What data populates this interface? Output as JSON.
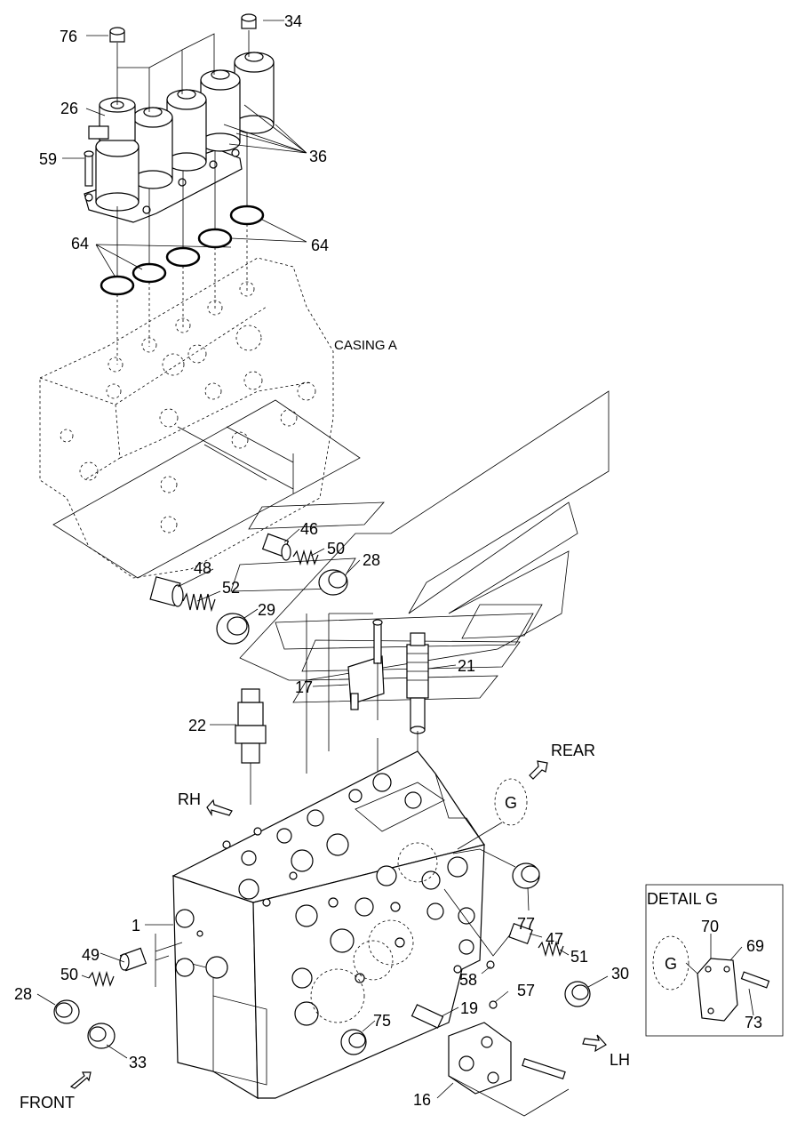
{
  "diagram": {
    "callouts": [
      {
        "id": "c76",
        "text": "76"
      },
      {
        "id": "c34",
        "text": "34"
      },
      {
        "id": "c26",
        "text": "26"
      },
      {
        "id": "c59",
        "text": "59"
      },
      {
        "id": "c36",
        "text": "36"
      },
      {
        "id": "c64a",
        "text": "64"
      },
      {
        "id": "c64b",
        "text": "64"
      },
      {
        "id": "c46",
        "text": "46"
      },
      {
        "id": "c50a",
        "text": "50"
      },
      {
        "id": "c28a",
        "text": "28"
      },
      {
        "id": "c48",
        "text": "48"
      },
      {
        "id": "c52",
        "text": "52"
      },
      {
        "id": "c29",
        "text": "29"
      },
      {
        "id": "c21",
        "text": "21"
      },
      {
        "id": "c17",
        "text": "17"
      },
      {
        "id": "c22",
        "text": "22"
      },
      {
        "id": "c1",
        "text": "1"
      },
      {
        "id": "c49",
        "text": "49"
      },
      {
        "id": "c50b",
        "text": "50"
      },
      {
        "id": "c28b",
        "text": "28"
      },
      {
        "id": "c33",
        "text": "33"
      },
      {
        "id": "c75",
        "text": "75"
      },
      {
        "id": "c19",
        "text": "19"
      },
      {
        "id": "c16",
        "text": "16"
      },
      {
        "id": "c58",
        "text": "58"
      },
      {
        "id": "c57",
        "text": "57"
      },
      {
        "id": "c47",
        "text": "47"
      },
      {
        "id": "c51",
        "text": "51"
      },
      {
        "id": "c30",
        "text": "30"
      },
      {
        "id": "c77",
        "text": "77"
      },
      {
        "id": "c70",
        "text": "70"
      },
      {
        "id": "c69",
        "text": "69"
      },
      {
        "id": "c73",
        "text": "73"
      }
    ],
    "casing_label": "CASING A",
    "directions": {
      "rear": "REAR",
      "rh": "RH",
      "lh": "LH",
      "front": "FRONT"
    },
    "detail_title": "DETAIL  G",
    "detail_marker": "G"
  }
}
